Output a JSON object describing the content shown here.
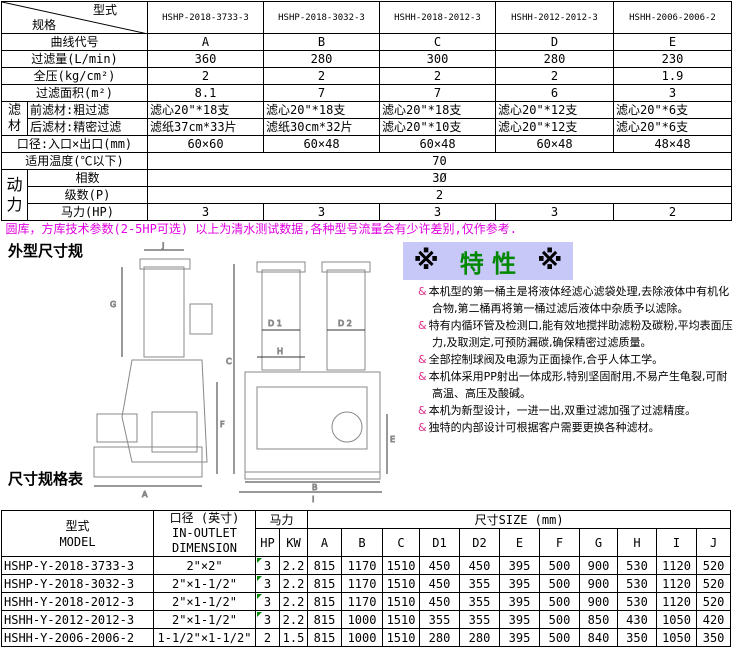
{
  "spec_table": {
    "corner_top": "型式",
    "corner_bottom": "规格",
    "models": [
      "HSHP-2018-3733-3",
      "HSHP-2018-3032-3",
      "HSHH-2018-2012-3",
      "HSHH-2012-2012-3",
      "HSHH-2006-2006-2"
    ],
    "rows": [
      {
        "label": "曲线代号",
        "values": [
          "A",
          "B",
          "C",
          "D",
          "E"
        ]
      },
      {
        "label": "过滤量(L/min)",
        "values": [
          "360",
          "280",
          "300",
          "280",
          "230"
        ]
      },
      {
        "label": "全压(kg/cm²)",
        "values": [
          "2",
          "2",
          "2",
          "2",
          "1.9"
        ]
      },
      {
        "label": "过滤面积(m²)",
        "values": [
          "8.1",
          "7",
          "7",
          "6",
          "3"
        ]
      }
    ],
    "filter_group_label_1": "滤",
    "filter_group_label_2": "材",
    "front_filter": {
      "label": "前滤材:粗过滤",
      "values": [
        "滤心20\"*18支",
        "滤心20\"*18支",
        "滤心20\"*18支",
        "滤心20\"*12支",
        "滤心20\"*6支"
      ]
    },
    "rear_filter": {
      "label": "后滤材:精密过滤",
      "values": [
        "滤纸37cm*33片",
        "滤纸30cm*32片",
        "滤心20\"*10支",
        "滤心20\"*12支",
        "滤心20\"*6支"
      ]
    },
    "diameter": {
      "label": "口径:入口×出口(mm)",
      "values": [
        "60×60",
        "60×48",
        "60×48",
        "60×48",
        "48×48"
      ]
    },
    "temperature": {
      "label": "适用温度(℃以下)",
      "value": "70"
    },
    "power_group_label_1": "动",
    "power_group_label_2": "力",
    "phase": {
      "label": "相数",
      "value": "3Ø"
    },
    "poles": {
      "label": "级数(P)",
      "value": "2"
    },
    "horsepower": {
      "label": "马力(HP)",
      "values": [
        "3",
        "3",
        "3",
        "3",
        "2"
      ]
    },
    "notice": "圆库，方库技术参数(2-5HP可选) 以上为清水测试数据,各种型号流量会有少许差别,仅作参考."
  },
  "diagram": {
    "title": "外型尺寸规",
    "labels": {
      "A": "A",
      "B": "B",
      "C": "C",
      "D1": "D 1",
      "D2": "D 2",
      "E": "E",
      "F": "F",
      "G": "G",
      "H": "H",
      "I": "I",
      "J": "J"
    }
  },
  "features": {
    "title": "特  性",
    "symbol": "※",
    "items": [
      "本机型的第一桶主是将液体经滤心滤袋处理,去除液体中有机化合物,第二桶再将第一桶过滤后液体中杂质予以滤除。",
      "特有内循环管及检测口,能有效地搅拌助滤粉及碳粉,平均表面压力,及取测定,可预防漏碳,确保精密过滤质量。",
      "全部控制球阀及电源为正面操作,合乎人体工学。",
      "本机体采用PP射出一体成形,特别坚固耐用,不易产生龟裂,可耐高温、高压及酸碱。",
      "本机为新型设计，一进一出,双重过滤加强了过滤精度。",
      "独特的内部设计可根据客户需要更换各种滤材。"
    ]
  },
  "dimension_table": {
    "title": "尺寸规格表",
    "h_model_1": "型式",
    "h_model_2": "MODEL",
    "h_inlet_1": "口径 (英寸)",
    "h_inlet_2": "IN-OUTLET",
    "h_inlet_3": "DIMENSION",
    "h_power": "马力",
    "h_hp": "HP",
    "h_kw": "KW",
    "h_size": "尺寸SIZE (mm)",
    "cols": [
      "A",
      "B",
      "C",
      "D1",
      "D2",
      "E",
      "F",
      "G",
      "H",
      "I",
      "J"
    ],
    "rows": [
      {
        "model": "HSHP-Y-2018-3733-3",
        "inlet": "2\"×2\"",
        "hp": "3",
        "kw": "2.2",
        "dims": [
          "815",
          "1170",
          "1510",
          "450",
          "450",
          "395",
          "500",
          "900",
          "530",
          "1120",
          "520"
        ]
      },
      {
        "model": "HSHP-Y-2018-3032-3",
        "inlet": "2\"×1-1/2\"",
        "hp": "3",
        "kw": "2.2",
        "dims": [
          "815",
          "1170",
          "1510",
          "450",
          "355",
          "395",
          "500",
          "900",
          "530",
          "1120",
          "520"
        ]
      },
      {
        "model": "HSHH-Y-2018-2012-3",
        "inlet": "2\"×1-1/2\"",
        "hp": "3",
        "kw": "2.2",
        "dims": [
          "815",
          "1170",
          "1510",
          "450",
          "355",
          "395",
          "500",
          "900",
          "530",
          "1120",
          "520"
        ]
      },
      {
        "model": "HSHH-Y-2012-2012-3",
        "inlet": "2\"×1-1/2\"",
        "hp": "3",
        "kw": "2.2",
        "dims": [
          "815",
          "1000",
          "1510",
          "355",
          "355",
          "395",
          "500",
          "850",
          "430",
          "1050",
          "420"
        ]
      },
      {
        "model": "HSHH-Y-2006-2006-2",
        "inlet": "1-1/2\"×1-1/2\"",
        "hp": "2",
        "kw": "1.5",
        "dims": [
          "815",
          "1000",
          "1510",
          "280",
          "280",
          "395",
          "500",
          "840",
          "350",
          "1050",
          "350"
        ]
      }
    ]
  }
}
